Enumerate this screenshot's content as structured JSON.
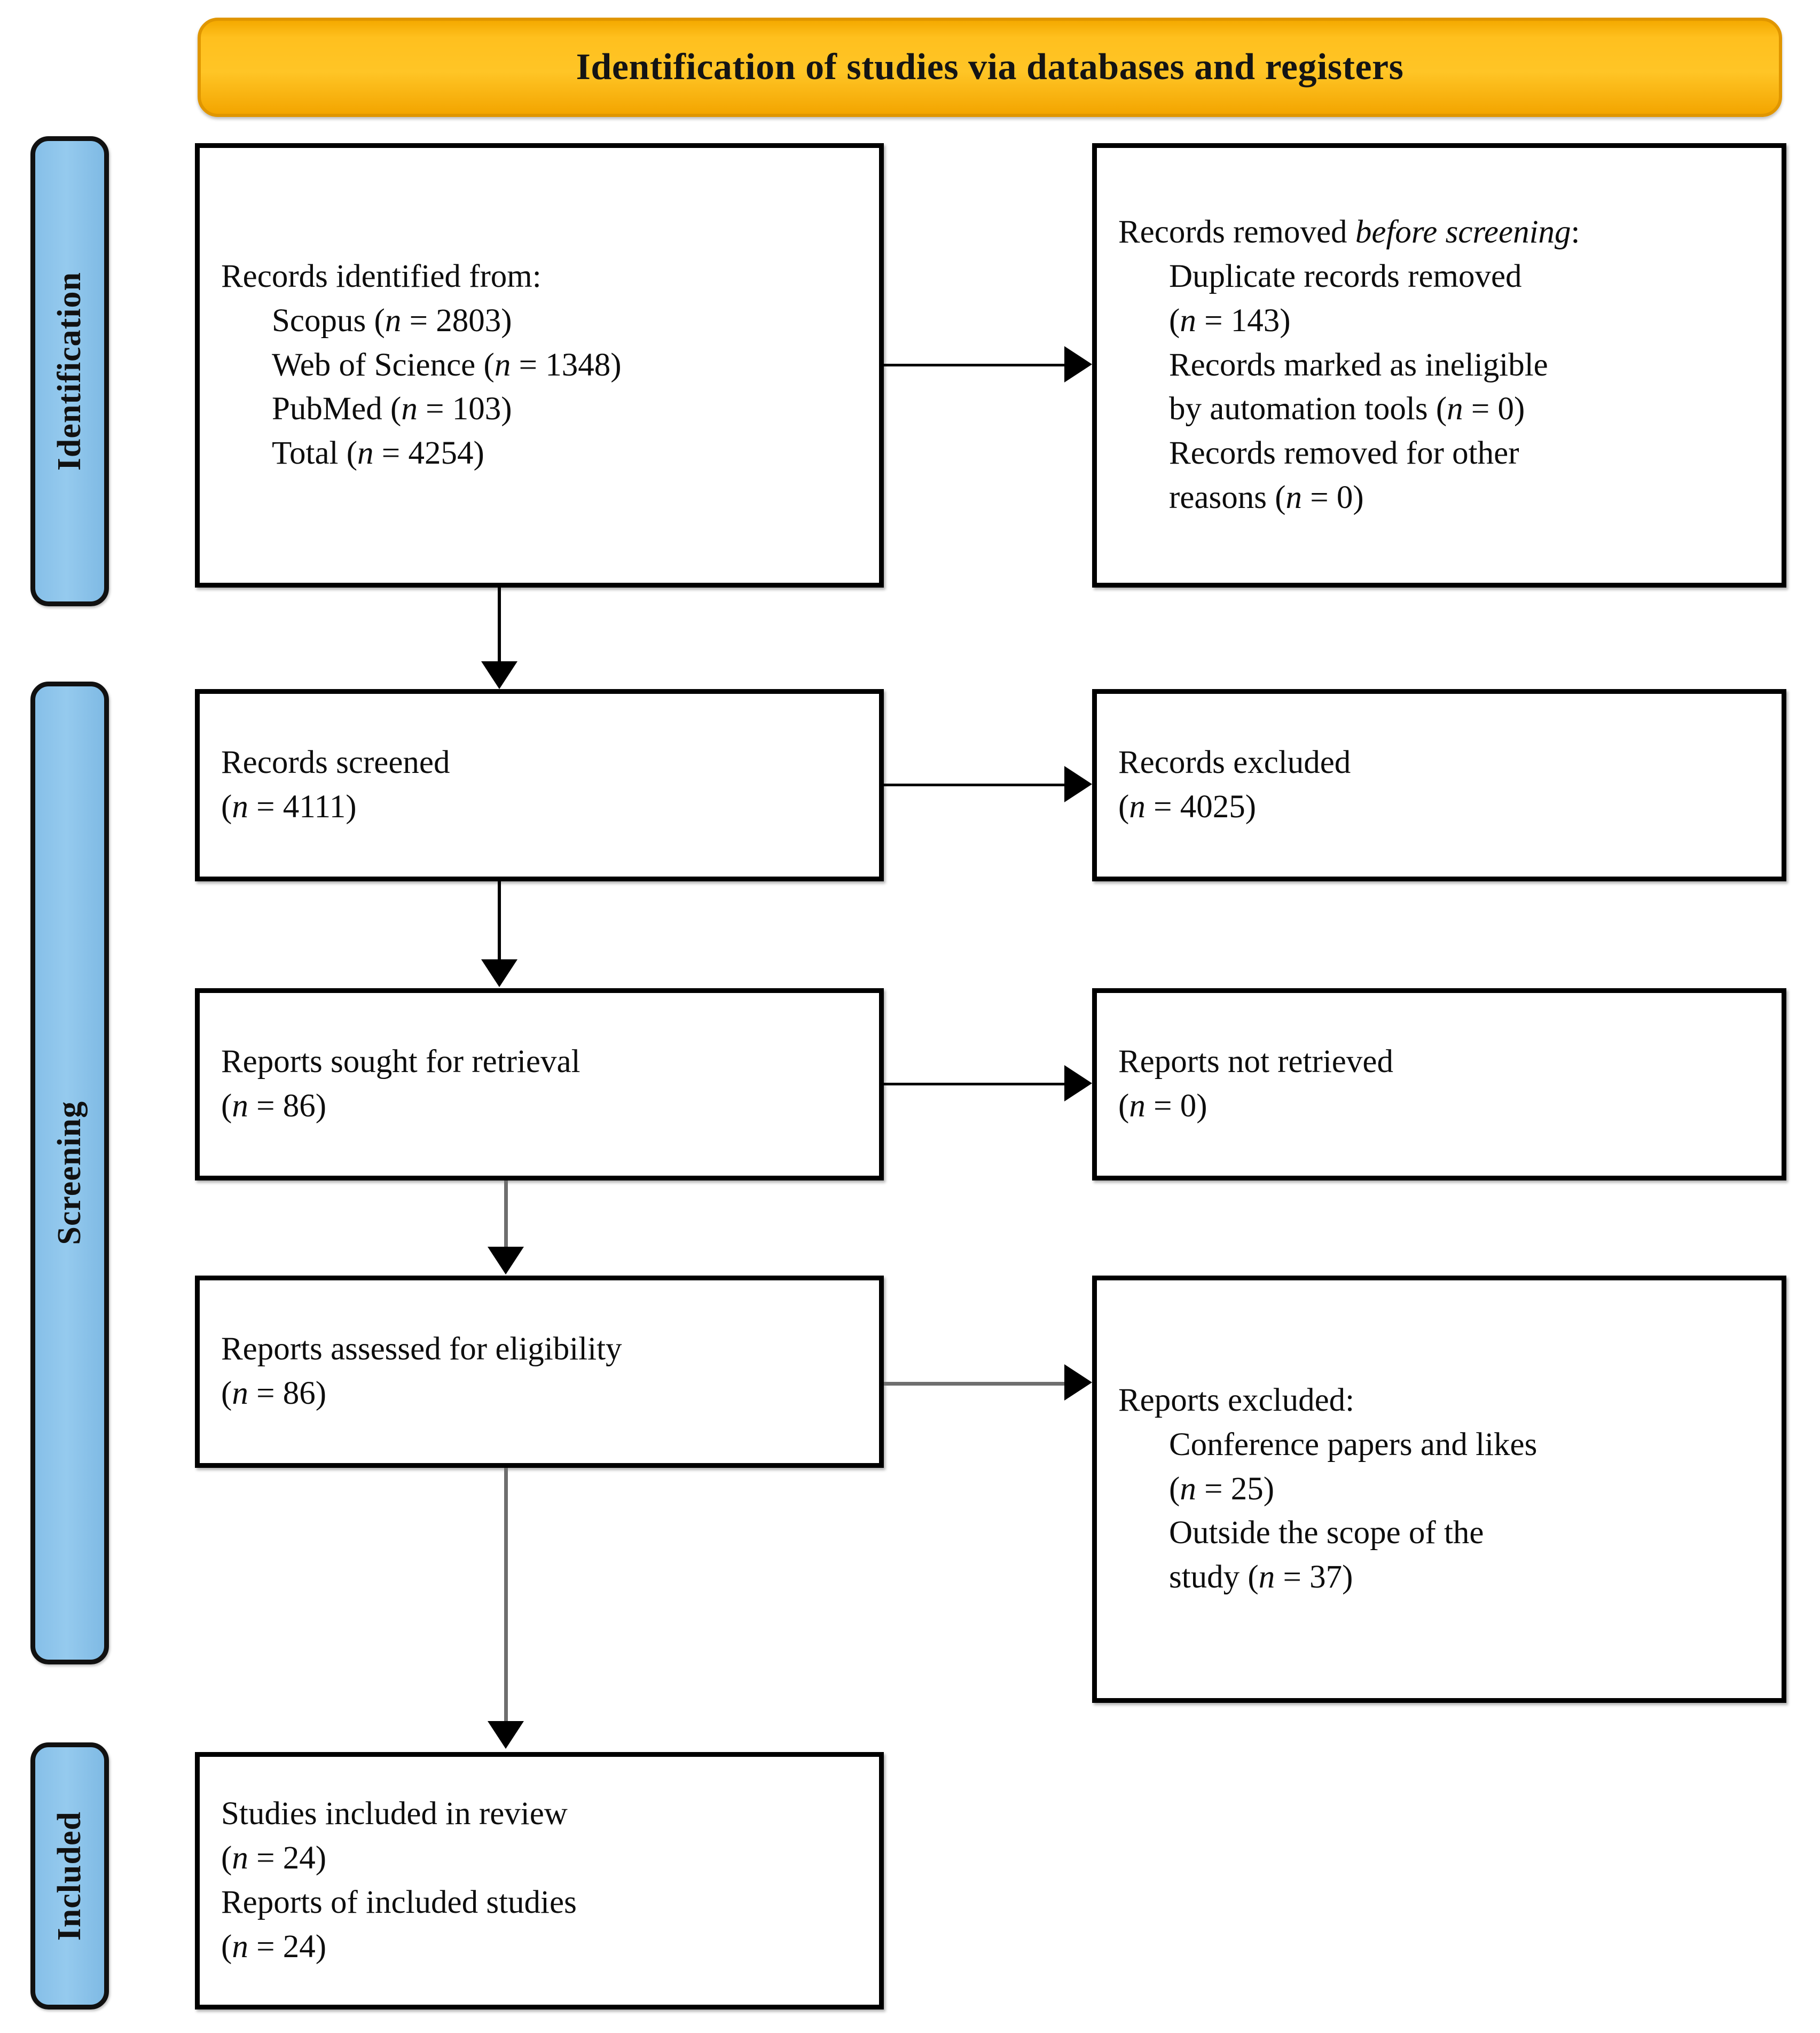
{
  "banner": {
    "title": "Identification of studies via databases and registers"
  },
  "stages": [
    {
      "id": "identification",
      "label": "Identification"
    },
    {
      "id": "screening",
      "label": "Screening"
    },
    {
      "id": "included",
      "label": "Included"
    }
  ],
  "boxes": {
    "identified": {
      "heading": "Records identified from:",
      "items": [
        "Scopus (n = 2803)",
        "Web of Science (n = 1348)",
        "PubMed (n = 103)",
        "Total (n = 4254)"
      ]
    },
    "removed": {
      "heading_plain": "Records removed ",
      "heading_italic": "before screening",
      "heading_tail": ":",
      "items": [
        "Duplicate records removed",
        "(n = 143)",
        "Records marked as ineligible",
        "by automation tools (n = 0)",
        "Records removed for other",
        "reasons (n = 0)"
      ]
    },
    "screened": {
      "line1": "Records screened",
      "line2": "(n = 4111)"
    },
    "excluded_records": {
      "line1": "Records excluded",
      "line2": "(n = 4025)"
    },
    "sought": {
      "line1": "Reports sought for retrieval",
      "line2": "(n = 86)"
    },
    "not_retrieved": {
      "line1": "Reports not retrieved",
      "line2": "(n = 0)"
    },
    "assessed": {
      "line1": "Reports assessed for eligibility",
      "line2": "(n = 86)"
    },
    "excluded_reports": {
      "heading": "Reports excluded:",
      "items": [
        "Conference papers and likes",
        "(n = 25)",
        "Outside the scope of the",
        "study (n = 37)"
      ]
    },
    "included": {
      "line1": "Studies included in review",
      "line2": "(n = 24)",
      "line3": "Reports of included studies",
      "line4": "(n = 24)"
    }
  },
  "counts": {
    "scopus": 2803,
    "web_of_science": 1348,
    "pubmed": 103,
    "total_identified": 4254,
    "duplicates_removed": 143,
    "ineligible_automation": 0,
    "removed_other_reasons": 0,
    "records_screened": 4111,
    "records_excluded": 4025,
    "reports_sought": 86,
    "reports_not_retrieved": 0,
    "reports_assessed": 86,
    "excluded_conference_papers": 25,
    "excluded_outside_scope": 37,
    "studies_included": 24,
    "reports_of_included_studies": 24
  },
  "colors": {
    "banner_fill": "#FFC01E",
    "banner_border": "#E09600",
    "stage_fill": "#8CC4EB",
    "box_border": "#000000",
    "connector_black": "#000000",
    "connector_gray": "#6E6E6E",
    "text": "#0D0D0D"
  }
}
